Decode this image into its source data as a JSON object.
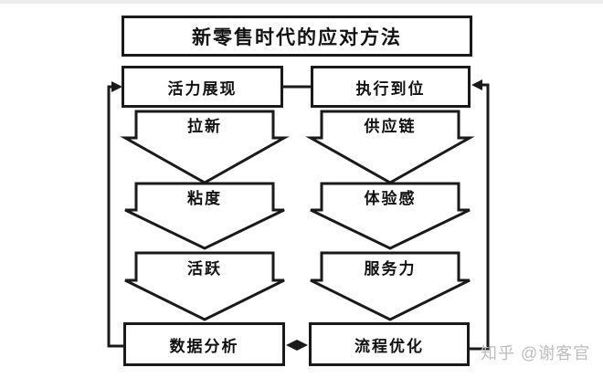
{
  "title": "新零售时代的应对方法",
  "top_row": {
    "left_box": "活力展现",
    "right_box": "执行到位"
  },
  "columns": {
    "left": [
      "拉新",
      "粘度",
      "活跃"
    ],
    "right": [
      "供应链",
      "体验感",
      "服务力"
    ]
  },
  "bottom_row": {
    "left_box": "数据分析",
    "right_box": "流程优化"
  },
  "watermark": "知乎 @谢客官",
  "colors": {
    "stroke": "#1a1a1a",
    "text": "#111111",
    "watermark": "#bdbdbd",
    "background": "#ffffff"
  }
}
